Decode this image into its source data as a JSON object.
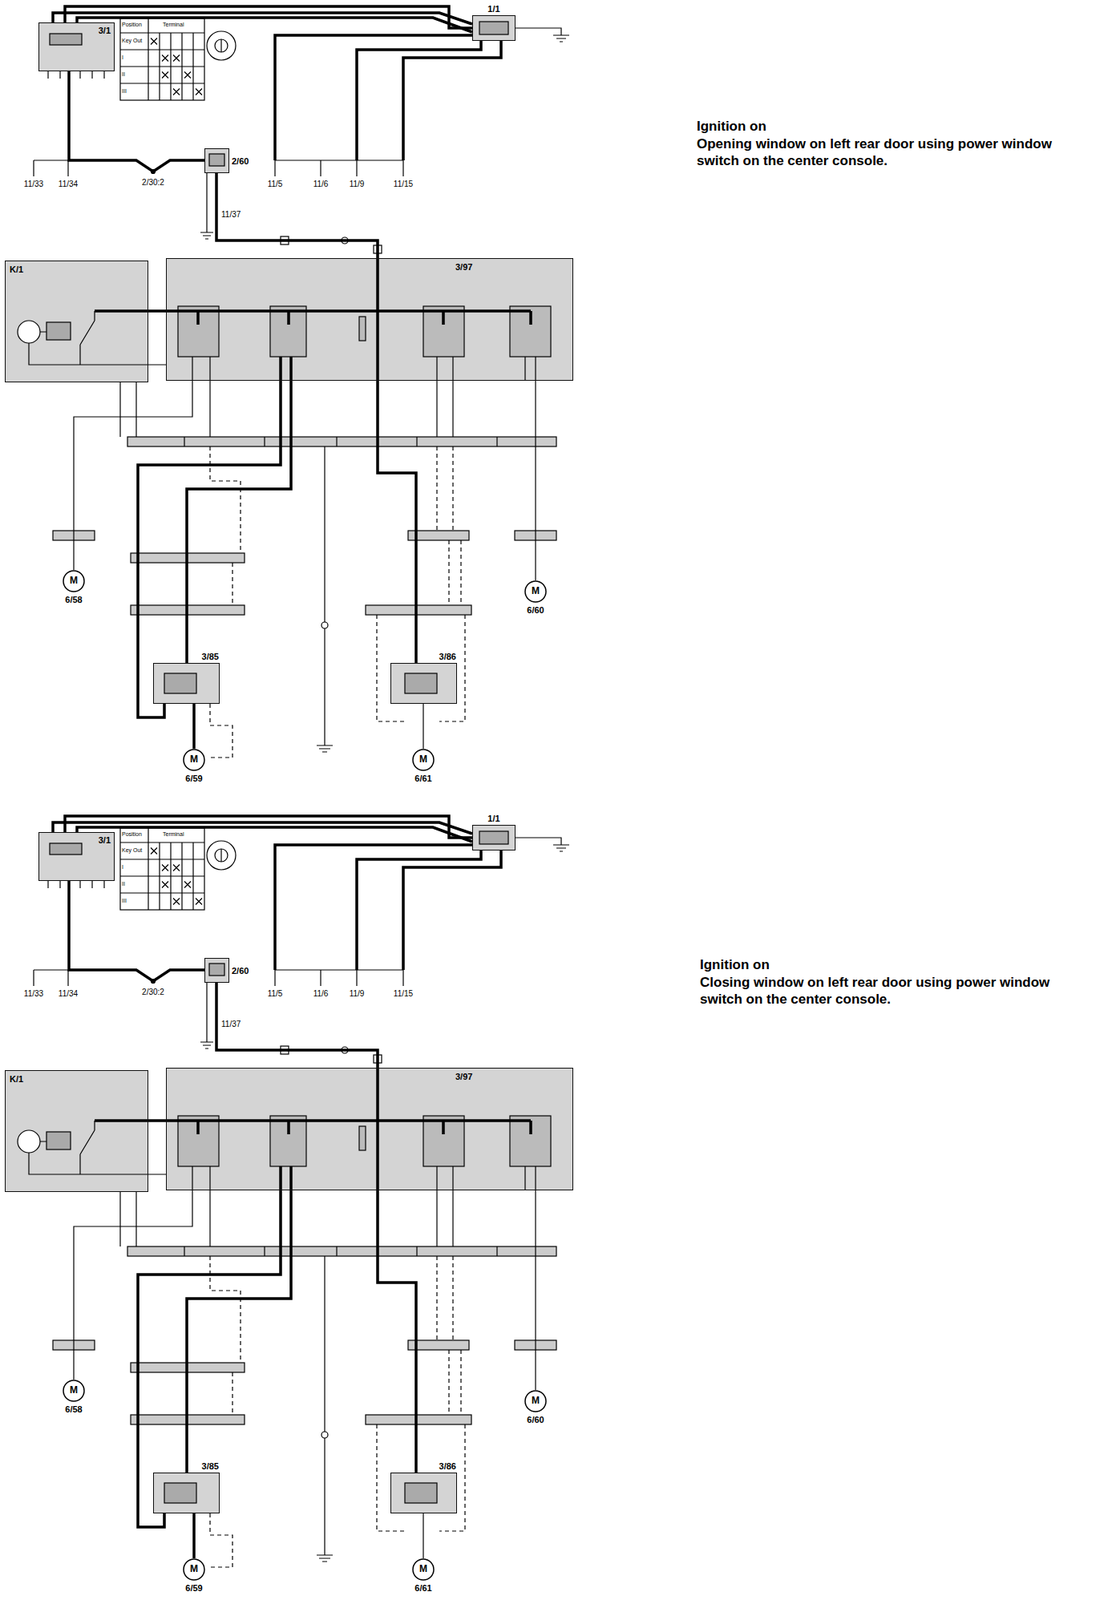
{
  "diagram": {
    "nodes": [
      {
        "text": [
          "3/1"
        ]
      },
      {
        "text": [
          "1/1"
        ]
      },
      {
        "text": [
          "2/60"
        ]
      },
      {
        "text": [
          "K/1"
        ]
      },
      {
        "text": [
          "3/97"
        ]
      },
      {
        "text": [
          "3/85"
        ]
      },
      {
        "text": [
          "3/86"
        ]
      },
      {
        "text": [
          "M",
          "6/58"
        ]
      },
      {
        "text": [
          "M",
          "6/60"
        ]
      },
      {
        "text": [
          "M",
          "6/59"
        ]
      },
      {
        "text": [
          "M",
          "6/61"
        ]
      },
      {
        "text": [
          "3/1"
        ]
      },
      {
        "text": [
          "1/1"
        ]
      },
      {
        "text": [
          "2/60"
        ]
      },
      {
        "text": [
          "K/1"
        ]
      },
      {
        "text": [
          "3/97"
        ]
      },
      {
        "text": [
          "3/85"
        ]
      },
      {
        "text": [
          "3/86"
        ]
      },
      {
        "text": [
          "M",
          "6/58"
        ]
      },
      {
        "text": [
          "M",
          "6/60"
        ]
      },
      {
        "text": [
          "M",
          "6/59"
        ]
      },
      {
        "text": [
          "M",
          "6/61"
        ]
      }
    ],
    "edges": [
      {
        "from": 0,
        "to": 1,
        "arrow": "none"
      },
      {
        "from": 0,
        "to": 2,
        "arrow": "none"
      },
      {
        "from": 2,
        "to": 4,
        "arrow": "none"
      },
      {
        "from": 3,
        "to": 4,
        "arrow": "none"
      },
      {
        "from": 4,
        "to": 7,
        "arrow": "none"
      },
      {
        "from": 4,
        "to": 8,
        "arrow": "none"
      },
      {
        "from": 4,
        "to": 5,
        "arrow": "none"
      },
      {
        "from": 4,
        "to": 6,
        "arrow": "none"
      },
      {
        "from": 5,
        "to": 9,
        "arrow": "none"
      },
      {
        "from": 6,
        "to": 10,
        "arrow": "none"
      },
      {
        "from": 11,
        "to": 12,
        "arrow": "none"
      },
      {
        "from": 11,
        "to": 13,
        "arrow": "none"
      },
      {
        "from": 13,
        "to": 15,
        "arrow": "none"
      },
      {
        "from": 14,
        "to": 15,
        "arrow": "none"
      },
      {
        "from": 15,
        "to": 18,
        "arrow": "none"
      },
      {
        "from": 15,
        "to": 19,
        "arrow": "none"
      },
      {
        "from": 15,
        "to": 16,
        "arrow": "none"
      },
      {
        "from": 15,
        "to": 17,
        "arrow": "none"
      },
      {
        "from": 16,
        "to": 20,
        "arrow": "none"
      },
      {
        "from": 17,
        "to": 21,
        "arrow": "none"
      }
    ],
    "labels": [
      "11/33",
      "11/34",
      "2/30:2",
      "11/5",
      "11/6",
      "11/9",
      "11/15",
      "11/37",
      "Position",
      "Terminal",
      "Key Out",
      "I",
      "II",
      "III",
      "Ignition on",
      "Opening window on left rear door using power window switch on the center console.",
      "11/33",
      "11/34",
      "2/30:2",
      "11/5",
      "11/6",
      "11/9",
      "11/15",
      "11/37",
      "Position",
      "Terminal",
      "Key Out",
      "I",
      "II",
      "III",
      "Ignition on",
      "Closing window on left rear door using power window switch on the center console."
    ]
  }
}
